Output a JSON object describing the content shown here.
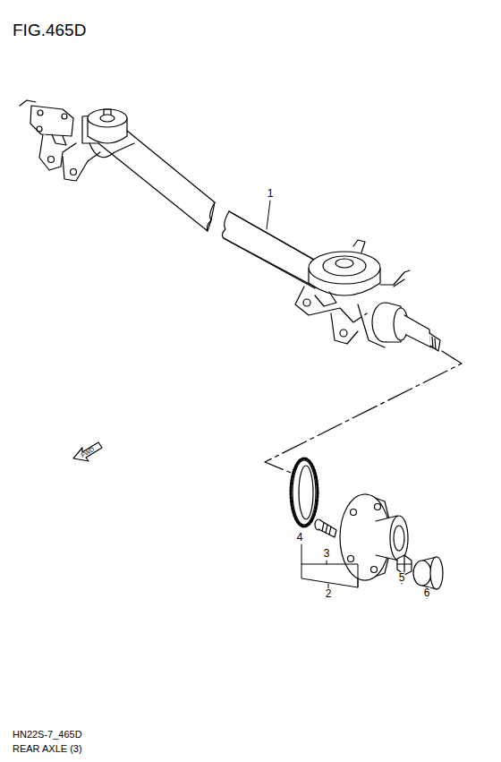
{
  "diagram": {
    "title": "FIG.465D",
    "labels": [
      "1",
      "4",
      "3",
      "2",
      "5",
      "6",
      "FWD",
      "HN22S-7_465D",
      "REAR AXLE (3)"
    ]
  }
}
